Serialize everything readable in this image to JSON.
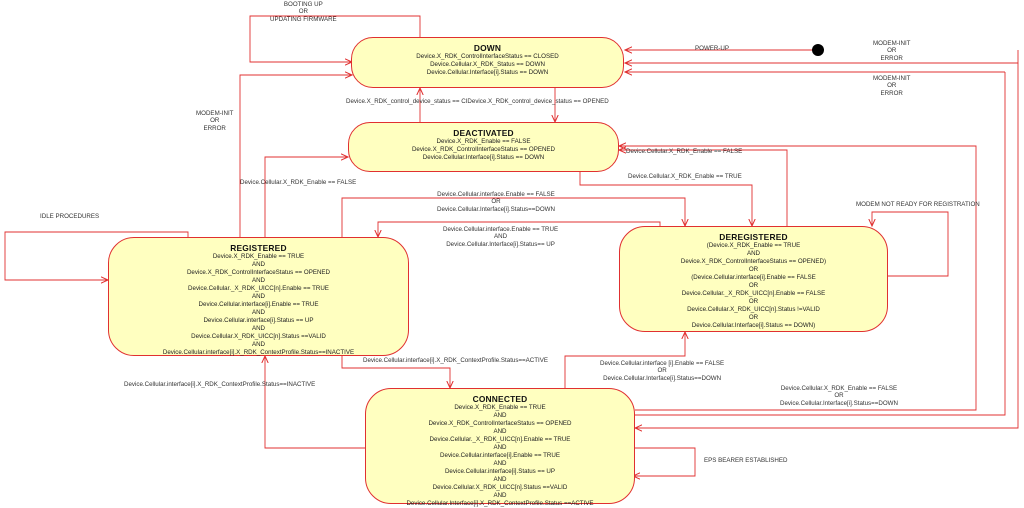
{
  "states": {
    "down": {
      "title": "DOWN",
      "lines": [
        "Device.X_RDK_ControlInterfaceStatus  == CLOSED",
        "Device.Cellular.X_RDK_Status == DOWN",
        "Device.Cellular.Interface[i].Status == DOWN"
      ]
    },
    "deactivated": {
      "title": "DEACTIVATED",
      "lines": [
        "Device.X_RDK_Enable   == FALSE",
        "Device.X_RDK_ControlInterfaceStatus  == OPENED",
        "Device.Cellular.Interface[i].Status == DOWN"
      ]
    },
    "registered": {
      "title": "REGISTERED",
      "lines": [
        "Device.X_RDK_Enable   == TRUE",
        "AND",
        "Device.X_RDK_ControlInterfaceStatus  == OPENED",
        "AND",
        "Device.Cellular._X_RDK_UICC[n].Enable == TRUE",
        "AND",
        "Device.Cellular.interface[i].Enable == TRUE",
        "AND",
        "Device.Cellular.interface[i].Status == UP",
        "AND",
        "Device.Cellular.X_RDK_UICC[n].Status ==VALID",
        "AND",
        "Device.Cellular.interface[i].X_RDK_ContextProfile.Status==INACTIVE"
      ]
    },
    "deregistered": {
      "title": "DEREGISTERED",
      "lines": [
        "(Device.X_RDK_Enable  == TRUE",
        "AND",
        "Device.X_RDK_ControlInterfaceStatus  == OPENED)",
        "OR",
        "(Device.Cellular.interface[i].Enable == FALSE",
        "OR",
        "Device.Cellular._X_RDK_UICC[n].Enable == FALSE",
        "OR",
        "Device.Cellular.X_RDK_UICC[n].Status !=VALID",
        "OR",
        "Device.Cellular.Interface[i].Status == DOWN)"
      ]
    },
    "connected": {
      "title": "CONNECTED",
      "lines": [
        "Device.X_RDK_Enable   == TRUE",
        "AND",
        "Device.X_RDK_ControlInterfaceStatus  == OPENED",
        "AND",
        "Device.Cellular._X_RDK_UICC[n].Enable == TRUE",
        "AND",
        "Device.Cellular.interface[i].Enable == TRUE",
        "AND",
        "Device.Cellular.interface[i].Status == UP",
        "AND",
        "Device.Cellular.X_RDK_UICC[n].Status ==VALID",
        "AND",
        "Device.Cellular.Interface[i].X_RDK_ContextProfile.Status ==ACTIVE"
      ]
    }
  },
  "labels": {
    "booting": [
      "BOOTING UP",
      "OR",
      "UPDATING FIRMWARE"
    ],
    "power_up": [
      "POWER-UP"
    ],
    "modem_init_1": [
      "MODEM-INIT",
      "OR",
      "ERROR"
    ],
    "modem_init_2": [
      "MODEM-INIT",
      "OR",
      "ERROR"
    ],
    "modem_init_3": [
      "MODEM-INIT",
      "OR",
      "ERROR"
    ],
    "control_status": [
      "Device.X_RDK_control_device_status  == CIDevice.X_RDK_control_device_status  == OPENED"
    ],
    "enable_false_left": [
      "Device.Cellular.X_RDK_Enable == FALSE"
    ],
    "enable_false_right": [
      "Device.Cellular.X_RDK_Enable ==  FALSE"
    ],
    "enable_true": [
      "Device.Cellular.X_RDK_Enable ==  TRUE"
    ],
    "iface_false_mid": [
      "Device.Cellular.interface.Enable == FALSE",
      "OR",
      "Device.Cellular.Interface[i].Status==DOWN"
    ],
    "iface_true_mid": [
      "Device.Cellular.interface.Enable == TRUE",
      "AND",
      "Device.Cellular.Interface[i].Status== UP"
    ],
    "idle": [
      "IDLE PROCEDURES"
    ],
    "modem_not_ready": [
      "MODEM NOT READY FOR REGISTRATION"
    ],
    "ctx_active": [
      "Device.Cellular.interface[i].X_RDK_ContextProfile.Status==ACTIVE"
    ],
    "ctx_inactive": [
      "Device.Cellular.interface[i].X_RDK_ContextProfile.Status==INACTIVE"
    ],
    "iface_false_low": [
      "Device.Cellular.interface [i].Enable == FALSE",
      "OR",
      "Device.Cellular.Interface[i].Status==DOWN"
    ],
    "enable_or_down": [
      "Device.Cellular.X_RDK_Enable == FALSE",
      "OR",
      "Device.Cellular.Interface[i].Status==DOWN"
    ],
    "eps": [
      "EPS BEARER ESTABLISHED"
    ]
  },
  "colors": {
    "state_fill": "#ffffc0",
    "state_border": "#e03030",
    "arrow": "#e03030",
    "start_dot": "#000000"
  }
}
